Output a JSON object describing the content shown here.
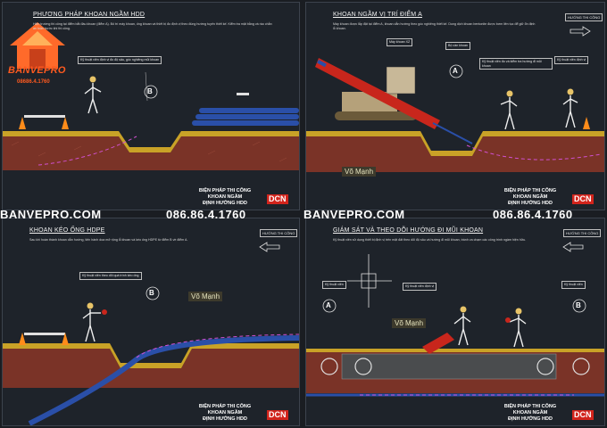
{
  "panels": [
    {
      "title": "PHƯƠNG PHÁP KHOAN NGẦM HDD",
      "notes": "Hiện trường thi công tại điểm bắt đầu khoan (điểm A). Bố trí máy khoan, ống khoan và thiết bị đo định vị theo đúng hướng tuyến thiết kế. Kiểm tra mặt bằng và rào chắn an toàn trước khi thi công.",
      "callouts": [
        "Kỹ thuật viên định vị đo độ sâu, góc nghiêng mũi khoan"
      ],
      "marker": "B",
      "title_block": [
        "BIỆN PHÁP THI CÔNG",
        "KHOAN NGẦM",
        "ĐỊNH HƯỚNG HDD"
      ],
      "logo_mark": "DCN"
    },
    {
      "title": "KHOAN NGẦM VỊ TRÍ ĐIỂM A",
      "notes": "Máy khoan được lắp đặt tại điểm A, khoan dẫn hướng theo góc nghiêng thiết kế. Dung dịch khoan bentonite được bơm liên tục để giữ ổn định lỗ khoan.",
      "callouts": [
        "Máy khoan XZ",
        "Bộ cần khoan",
        "Kỹ thuật viên đo và kiểm tra hướng đi mũi khoan",
        "Kỹ thuật viên định vị"
      ],
      "marker": "A",
      "direction": "HƯỚNG THI CÔNG",
      "signature": "Võ Mạnh",
      "title_block": [
        "BIỆN PHÁP THI CÔNG",
        "KHOAN NGẦM",
        "ĐỊNH HƯỚNG HDD"
      ],
      "logo_mark": "DCN"
    },
    {
      "title": "KHOAN KÉO ỐNG HDPE",
      "notes": "Sau khi hoàn thành khoan dẫn hướng, tiến hành doa mở rộng lỗ khoan và kéo ống HDPE từ điểm B về điểm A.",
      "callouts": [
        "Kỹ thuật viên theo dõi quá trình kéo ống"
      ],
      "marker": "B",
      "direction": "HƯỚNG THI CÔNG",
      "signature": "Võ Mạnh",
      "title_block": [
        "BIỆN PHÁP THI CÔNG",
        "KHOAN NGẦM",
        "ĐỊNH HƯỚNG HDD"
      ],
      "logo_mark": "DCN"
    },
    {
      "title": "GIÁM SÁT VÀ THEO DÕI HƯỚNG ĐI MŨI KHOAN",
      "notes": "Kỹ thuật viên sử dụng thiết bị định vị trên mặt đất theo dõi độ sâu và hướng đi mũi khoan, tránh va chạm các công trình ngầm hiện hữu.",
      "callouts": [
        "Kỹ thuật viên",
        "Kỹ thuật viên định vị",
        "Kỹ thuật viên"
      ],
      "markers": [
        "A",
        "B"
      ],
      "direction": "HƯỚNG THI CÔNG",
      "signature": "Võ Mạnh",
      "title_block": [
        "BIỆN PHÁP THI CÔNG",
        "KHOAN NGẦM",
        "ĐỊNH HƯỚNG HDD"
      ],
      "logo_mark": "DCN"
    }
  ],
  "watermark": {
    "site": "BANVEPRO.COM",
    "phone": "086.86.4.1760",
    "logo_name": "BANVEPRO",
    "logo_phone": "08686.4.1760"
  },
  "colors": {
    "background": "#1e232a",
    "soil": "#7a3327",
    "pavement": "#c9a227",
    "pipe": "#2a4fa8",
    "rig": "#c8261c",
    "accent": "#ff5a1f"
  }
}
